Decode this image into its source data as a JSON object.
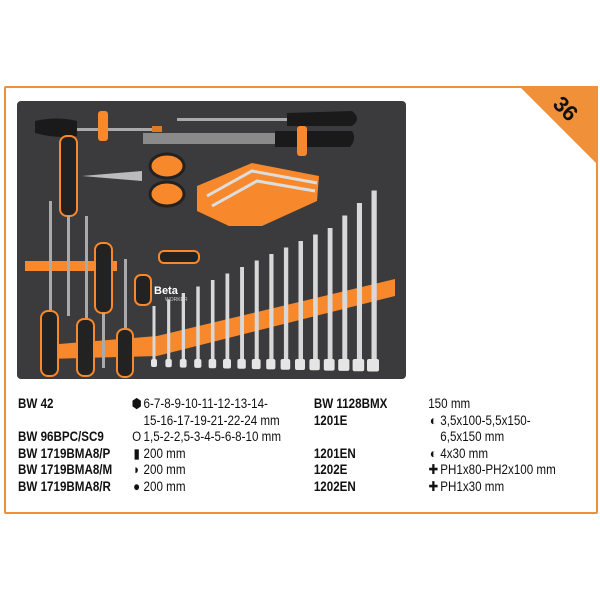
{
  "badge": "36",
  "tray": {
    "brand": "Beta",
    "brand_sub": "WORKER"
  },
  "colors": {
    "accent": "#f0913a",
    "tray": "#3b3b3d",
    "foam_orange": "#f7882b"
  },
  "specs_left": [
    {
      "code": "BW 42",
      "icon": "hex-nut-icon",
      "icon_char": "⬢",
      "lines": [
        "6-7-8-9-10-11-12-13-14-",
        "15-16-17-19-21-22-24 mm"
      ]
    },
    {
      "code": "BW 96BPC/SC9",
      "icon": "hex-hollow-icon",
      "icon_char": "O",
      "lines": [
        "1,5-2-2,5-3-4-5-6-8-10 mm"
      ]
    },
    {
      "code": "BW 1719BMA8/P",
      "icon": "flat-file-icon",
      "icon_char": "▮",
      "lines": [
        "200 mm"
      ]
    },
    {
      "code": "BW 1719BMA8/M",
      "icon": "half-round-file-icon",
      "icon_char": "◗",
      "lines": [
        "200 mm"
      ]
    },
    {
      "code": "BW 1719BMA8/R",
      "icon": "round-file-icon",
      "icon_char": "●",
      "lines": [
        "200 mm"
      ]
    }
  ],
  "specs_right": [
    {
      "code": "BW 1128BMX",
      "icon": "",
      "icon_char": "",
      "lines": [
        "150 mm"
      ]
    },
    {
      "code": "1201E",
      "icon": "slotted-screwdriver-icon",
      "icon_char": "◐",
      "lines": [
        "3,5x100-5,5x150-",
        "6,5x150 mm"
      ]
    },
    {
      "code": "1201EN",
      "icon": "slotted-screwdriver-icon",
      "icon_char": "◐",
      "lines": [
        "4x30 mm"
      ]
    },
    {
      "code": "1202E",
      "icon": "phillips-screwdriver-icon",
      "icon_char": "✚",
      "lines": [
        "PH1x80-PH2x100 mm"
      ]
    },
    {
      "code": "1202EN",
      "icon": "phillips-screwdriver-icon",
      "icon_char": "✚",
      "lines": [
        "PH1x30 mm"
      ]
    }
  ]
}
